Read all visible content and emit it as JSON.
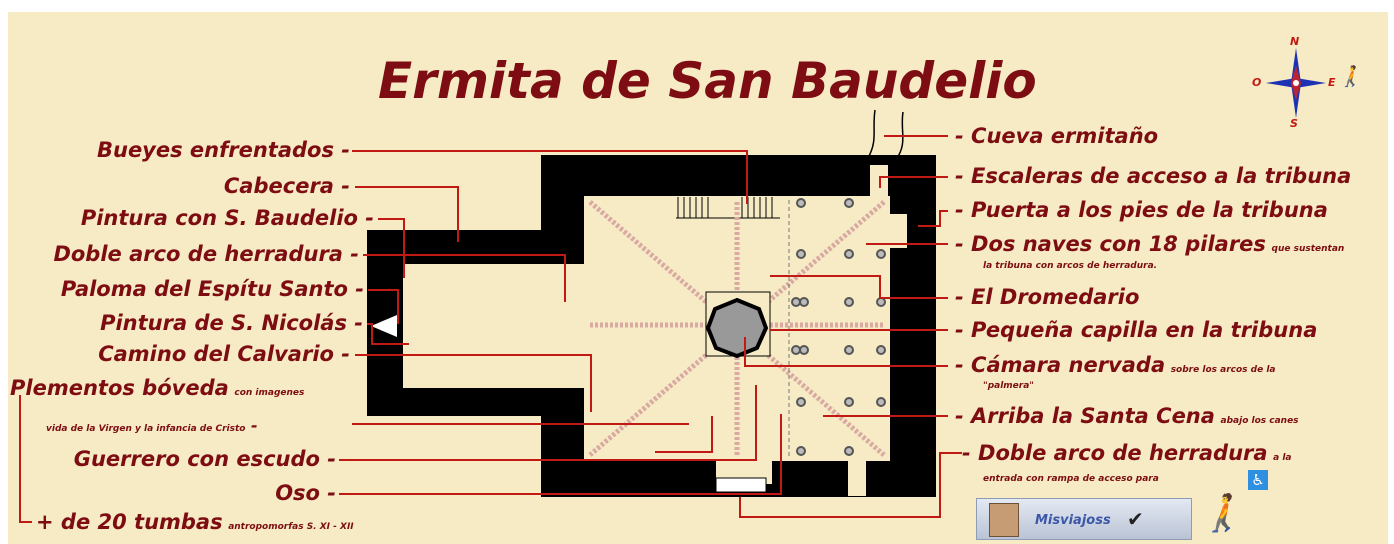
{
  "title": "Ermita de San Baudelio",
  "compass": {
    "n": "N",
    "s": "S",
    "e": "E",
    "o": "O"
  },
  "left_labels": {
    "bueyes": "Bueyes enfrentados -",
    "cabecera": "Cabecera -",
    "pintura_baudelio": "Pintura con S. Baudelio -",
    "doble_arco": "Doble arco de herradura -",
    "paloma": "Paloma del Espítu Santo -",
    "pintura_nicolas": "Pintura de S. Nicolás -",
    "camino": "Camino del Calvario -",
    "plementos": "Plementos bóveda",
    "plementos_small": "con imagenes",
    "vida_virgen": "vida de la Virgen y la infancia de Cristo",
    "vida_dash": "-",
    "guerrero": "Guerrero con escudo -",
    "oso": "Oso -",
    "tumbas": "+ de 20 tumbas",
    "tumbas_small": "antropomorfas S. XI - XII"
  },
  "right_labels": {
    "cueva": "- Cueva ermitaño",
    "escaleras": "- Escaleras de acceso a la tribuna",
    "puerta": "- Puerta a los pies de la tribuna",
    "dos_naves": "- Dos naves con 18 pilares",
    "dos_naves_small": "que sustentan",
    "tribuna_arcos": "la tribuna con arcos de herradura.",
    "dromedario": "- El Dromedario",
    "capilla": "- Pequeña capilla en la tribuna",
    "camara": "- Cámara nervada",
    "camara_small": "sobre los arcos de la",
    "palmera": "\"palmera\"",
    "santa_cena": "- Arriba la Santa Cena",
    "santa_cena_small": "abajo los canes",
    "doble_arco_entrada": "- Doble arco de herradura",
    "doble_arco_small": "a la",
    "entrada": "entrada con rampa de acceso para"
  },
  "logo": {
    "text": "Misviajoss"
  },
  "colors": {
    "background": "#f6ebc5",
    "text": "#7d0d12",
    "leader": "#c11a14",
    "walls": "#000000",
    "ribs": "#d9a9a2"
  }
}
